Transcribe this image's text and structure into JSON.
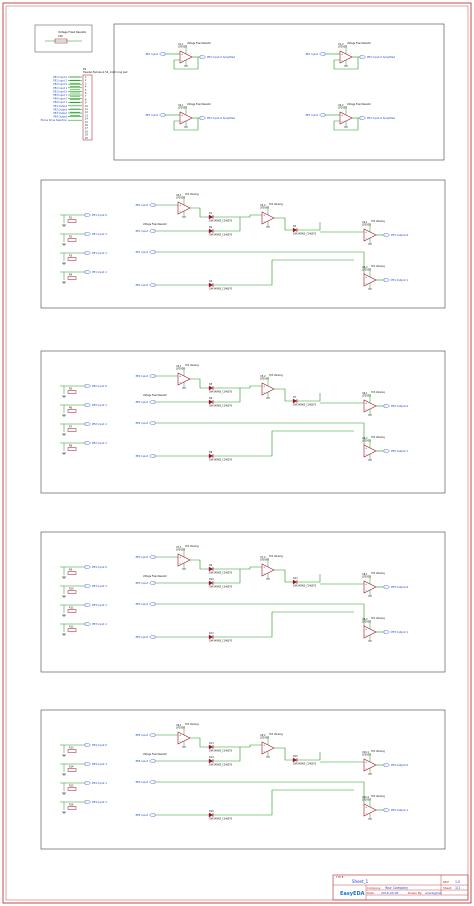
{
  "sheet": {
    "title_label": "TITLE:",
    "title": "Sheet_1",
    "rev_label": "REV:",
    "rev": "1.0",
    "company_label": "Company:",
    "company": "Your Company",
    "sheet_label": "Sheet:",
    "sheet_no": "1/1",
    "date_label": "Date:",
    "date": "2016-03-06",
    "drawn_label": "Drawn By:",
    "drawn_by": "ananlighan",
    "logo_text": "EasyEDA"
  },
  "top_left": {
    "label": "Voltage Fixed Resistor",
    "part": "10K"
  },
  "header": {
    "ref": "P1",
    "part": "Header-Female-2.54_1x20 long pair",
    "pins": [
      "1",
      "2",
      "3",
      "4",
      "5",
      "6",
      "7",
      "8",
      "9",
      "10",
      "11",
      "12",
      "13",
      "14",
      "15",
      "16",
      "17",
      "18",
      "19",
      "20"
    ],
    "net_labels": [
      "PE1 Input 0",
      "PE1 Input 1",
      "PE2 Input 0",
      "PE2 Input 1",
      "PE3 Input 0",
      "PE3 Input 1",
      "PE4 Input 0",
      "PE4 Input 1",
      "PE1 Output",
      "PE2 Output",
      "PE3 Output",
      "PE4 Output",
      "Phone Drive Selection"
    ]
  },
  "amp_block": {
    "amps": [
      {
        "ref": "U1.1",
        "part": "LP2950",
        "in": "PE1 Input",
        "out": "PE1 Input 0 Amplified"
      },
      {
        "ref": "U1.2",
        "part": "LP2950",
        "in": "PE1 Input",
        "out": "PE1 Input 0 Amplified"
      },
      {
        "ref": "U2.1",
        "part": "LP2950",
        "in": "PE1 Input",
        "out": "PE1 Input 0 Amplified"
      },
      {
        "ref": "U2.2",
        "part": "LP2950",
        "in": "PE1 Input",
        "out": "PE1 Input 0 Amplified"
      }
    ]
  },
  "sections": [
    {
      "inputs": [
        "PE1 Input 0",
        "PE1 Input 1",
        "PE1 Input 1",
        "PE1 Input 1"
      ],
      "refs": [
        "R1",
        "R2",
        "R3",
        "R4"
      ],
      "opamps": [
        "U3.1",
        "U3.2",
        "U4.1",
        "U4.2"
      ],
      "diodes": [
        "D1",
        "D2",
        "D3",
        "D4"
      ],
      "diode_part": "1N4148WS_C146873",
      "supply": "3V3 Vanalog",
      "fixed_label": "Voltage Fixed Resistor",
      "in_labels": [
        "PE1 Input",
        "PE1 Input",
        "PE1 Input",
        "PE1 Input"
      ],
      "outputs": [
        "PE1 Output 0",
        "PE1 Output 1"
      ]
    },
    {
      "inputs": [
        "PE2 Input 0",
        "PE2 Input 1",
        "PE2 Input 1",
        "PE2 Input 1"
      ],
      "refs": [
        "R5",
        "R6",
        "R7",
        "R8"
      ],
      "opamps": [
        "U5.1",
        "U5.2",
        "U6.1",
        "U6.2"
      ],
      "diodes": [
        "D5",
        "D6",
        "D7",
        "D8"
      ],
      "diode_part": "1N4148WS_C146873",
      "supply": "3V3 Vanalog",
      "fixed_label": "Voltage Fixed Resistor",
      "in_labels": [
        "PE2 Input",
        "PE2 Input",
        "PE2 Input",
        "PE2 Input"
      ],
      "outputs": [
        "PE2 Output 0",
        "PE2 Output 1"
      ]
    },
    {
      "inputs": [
        "PE3 Input 0",
        "PE3 Input 1",
        "PE3 Input 1",
        "PE3 Input 1"
      ],
      "refs": [
        "R9",
        "R10",
        "R11",
        "R12"
      ],
      "opamps": [
        "U7.1",
        "U7.2",
        "U8.1",
        "U8.2"
      ],
      "diodes": [
        "D9",
        "D10",
        "D11",
        "D12"
      ],
      "diode_part": "1N4148WS_C146873",
      "supply": "3V3 Vanalog",
      "fixed_label": "Voltage Fixed Resistor",
      "in_labels": [
        "PE3 Input",
        "PE3 Input",
        "PE3 Input",
        "PE3 Input"
      ],
      "outputs": [
        "PE3 Output 0",
        "PE3 Output 1"
      ]
    },
    {
      "inputs": [
        "PE4 Input 0",
        "PE4 Input 1",
        "PE4 Input 1",
        "PE4 Input 1"
      ],
      "refs": [
        "R13",
        "R14",
        "R15",
        "R16"
      ],
      "opamps": [
        "U9.1",
        "U9.2",
        "U10.1",
        "U10.2"
      ],
      "diodes": [
        "D13",
        "D14",
        "D15",
        "D16"
      ],
      "diode_part": "1N4148WS_C146873",
      "supply": "3V3 Vanalog",
      "fixed_label": "Voltage Fixed Resistor",
      "in_labels": [
        "PE4 Input",
        "PE4 Input",
        "PE4 Input",
        "PE4 Input"
      ],
      "outputs": [
        "PE4 Output 0",
        "PE4 Output 1"
      ]
    }
  ],
  "colors": {
    "border": "#b22222",
    "frame": "#444444",
    "wire": "#1a9c1a",
    "netlabel": "#1a3fd6",
    "component": "#a0102a",
    "text": "#111111"
  }
}
